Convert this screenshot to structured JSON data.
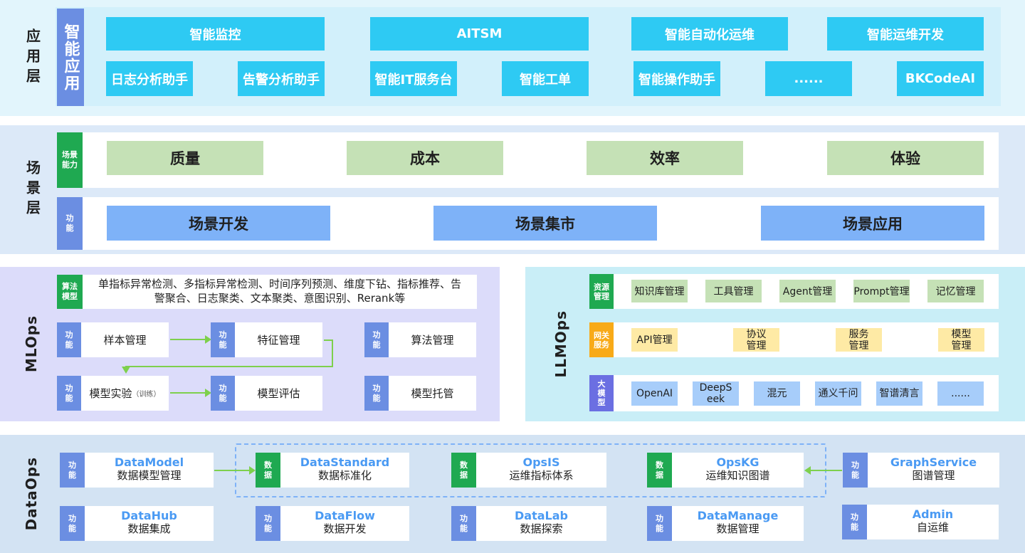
{
  "app_layer": {
    "title": "应用层",
    "side_label": "智能应用",
    "top_row": [
      "智能监控",
      "AITSM",
      "智能自动化运维",
      "智能运维开发"
    ],
    "bottom_row": [
      "日志分析助手",
      "告警分析助手",
      "智能IT服务台",
      "智能工单",
      "智能操作助手",
      "......",
      "BKCodeAI"
    ]
  },
  "scene_layer": {
    "title": "场景层",
    "capability_tag": "场景能力",
    "function_tag": "功能",
    "capabilities": [
      "质量",
      "成本",
      "效率",
      "体验"
    ],
    "functions": [
      "场景开发",
      "场景集市",
      "场景应用"
    ]
  },
  "mlops": {
    "title": "MLOps",
    "algo_tag": "算法模型",
    "algo_text_line1": "单指标异常检测、多指标异常检测、时间序列预测、维度下钻、指标推荐、告",
    "algo_text_line2": "警聚合、日志聚类、文本聚类、意图识别、Rerank等",
    "func_tag": "功能",
    "items": {
      "sample": "样本管理",
      "feature": "特征管理",
      "algo": "算法管理",
      "experiment": "模型实验",
      "experiment_note": "（训练）",
      "evaluate": "模型评估",
      "hosting": "模型托管"
    }
  },
  "llmops": {
    "title": "LLMOps",
    "resource_tag": "资源管理",
    "gateway_tag": "网关服务",
    "model_tag": "大模型",
    "resources": [
      "知识库管理",
      "工具管理",
      "Agent管理",
      "Prompt管理",
      "记忆管理"
    ],
    "gateway": [
      "API管理",
      "协议管理",
      "服务管理",
      "模型管理"
    ],
    "models": [
      "OpenAI",
      "DeepSeek",
      "混元",
      "通义千问",
      "智谱清言",
      "......"
    ]
  },
  "dataops": {
    "title": "DataOps",
    "func_tag": "功能",
    "data_tag": "数据",
    "row1": [
      {
        "en": "DataModel",
        "cn": "数据模型管理",
        "tag": "功能"
      },
      {
        "en": "DataStandard",
        "cn": "数据标准化",
        "tag": "数据"
      },
      {
        "en": "OpsIS",
        "cn": "运维指标体系",
        "tag": "数据"
      },
      {
        "en": "OpsKG",
        "cn": "运维知识图谱",
        "tag": "数据"
      },
      {
        "en": "GraphService",
        "cn": "图谱管理",
        "tag": "功能"
      }
    ],
    "row2": [
      {
        "en": "DataHub",
        "cn": "数据集成",
        "tag": "功能"
      },
      {
        "en": "DataFlow",
        "cn": "数据开发",
        "tag": "功能"
      },
      {
        "en": "DataLab",
        "cn": "数据探索",
        "tag": "功能"
      },
      {
        "en": "DataManage",
        "cn": "数据管理",
        "tag": "功能"
      },
      {
        "en": "Admin",
        "cn": "自运维",
        "tag": "功能"
      }
    ]
  },
  "colors": {
    "cyan": "#2ecaf3",
    "green_tag": "#1fa951",
    "blue_tag": "#6b8ee2",
    "accent_text": "#4a9af3",
    "arrow": "#7ed04d"
  }
}
